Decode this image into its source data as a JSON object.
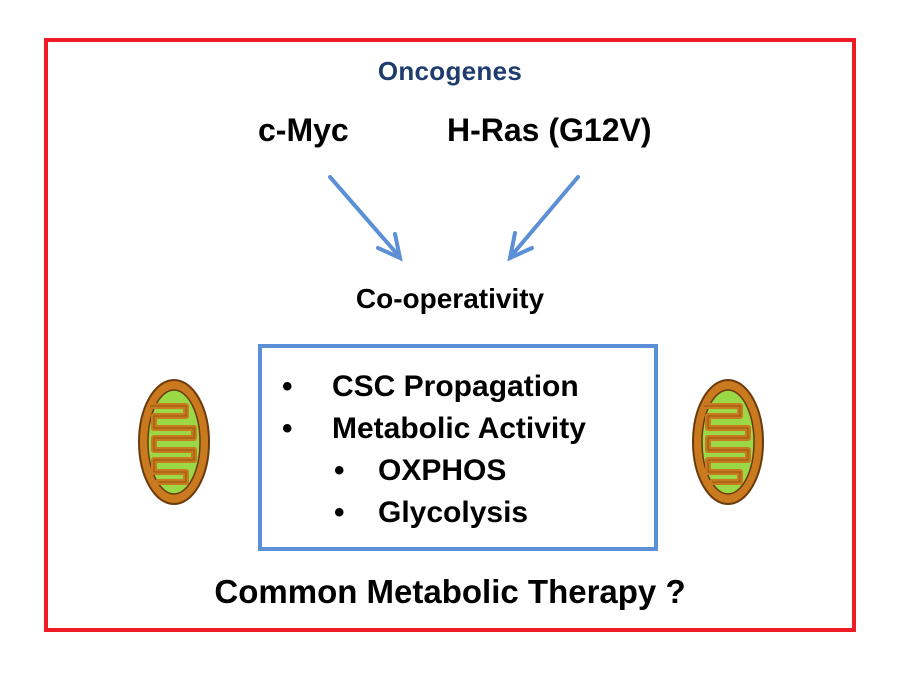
{
  "title": "Oncogenes",
  "oncogenes": [
    "c-Myc",
    "H-Ras (G12V)"
  ],
  "center_label": "Co-operativity",
  "effects": {
    "bullet": "•",
    "items": [
      "CSC Propagation",
      "Metabolic Activity"
    ],
    "subitems": [
      "OXPHOS",
      "Glycolysis"
    ]
  },
  "footer": "Common Metabolic Therapy ?",
  "colors": {
    "frame": "#ee1c25",
    "title": "#1f3c6e",
    "arrow": "#5b8fd6",
    "box": "#5b8fd6",
    "mito_outer": "#c97a1e",
    "mito_inner": "#9bd845"
  },
  "icons": [
    "mitochondrion-icon",
    "arrow-icon"
  ]
}
